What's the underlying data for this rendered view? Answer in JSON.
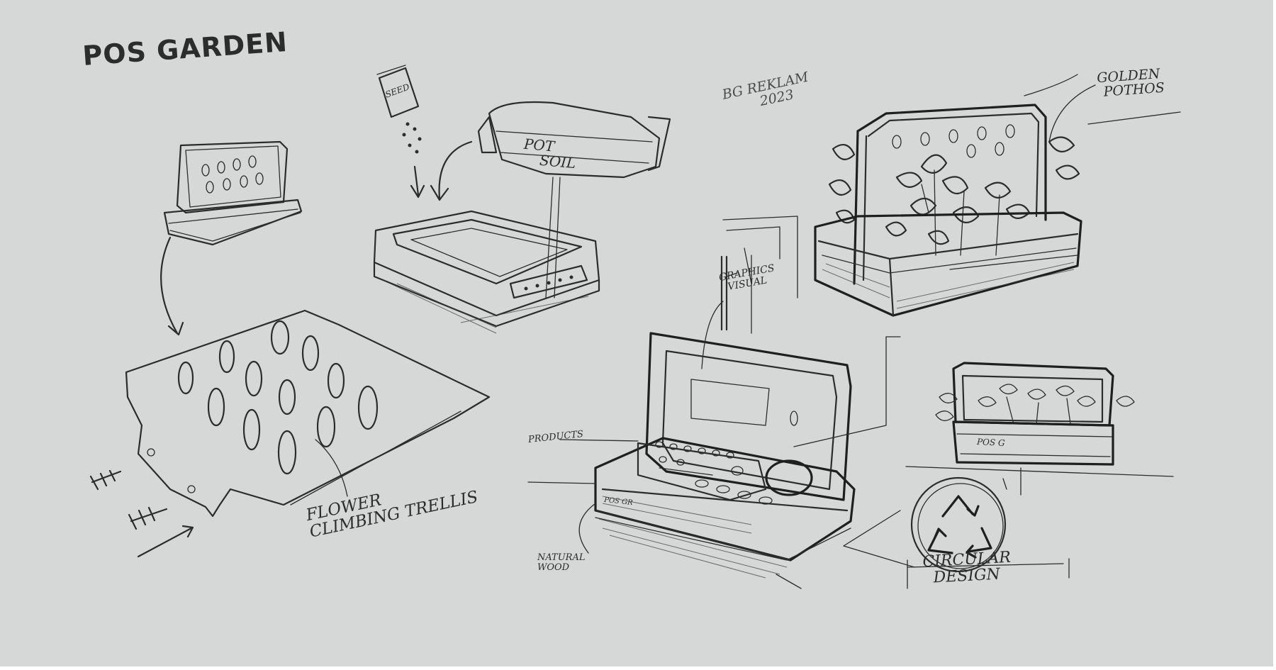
{
  "sketch": {
    "title": "POS GARDEN",
    "labels": {
      "seed": "SEED",
      "pot_soil_line1": "POT",
      "pot_soil_line2": "SOIL",
      "signature_line1": "BG REKLAM",
      "signature_line2": "2023",
      "golden_line1": "GOLDEN",
      "golden_line2": "POTHOS",
      "graphics_line1": "GRAPHICS",
      "graphics_line2": "VISUAL",
      "products": "PRODUCTS",
      "natural_line1": "NATURAL",
      "natural_line2": "WOOD",
      "trellis_line1": "FLOWER",
      "trellis_line2": "CLIMBING TRELLIS",
      "circular_line1": "CIRCULAR",
      "circular_line2": "DESIGN",
      "pos_gr_small": "POS GR",
      "pos_gr_box": "POS G"
    }
  },
  "colors": {
    "paper": "#d5d8d6",
    "ink": "#2b2d2c"
  }
}
